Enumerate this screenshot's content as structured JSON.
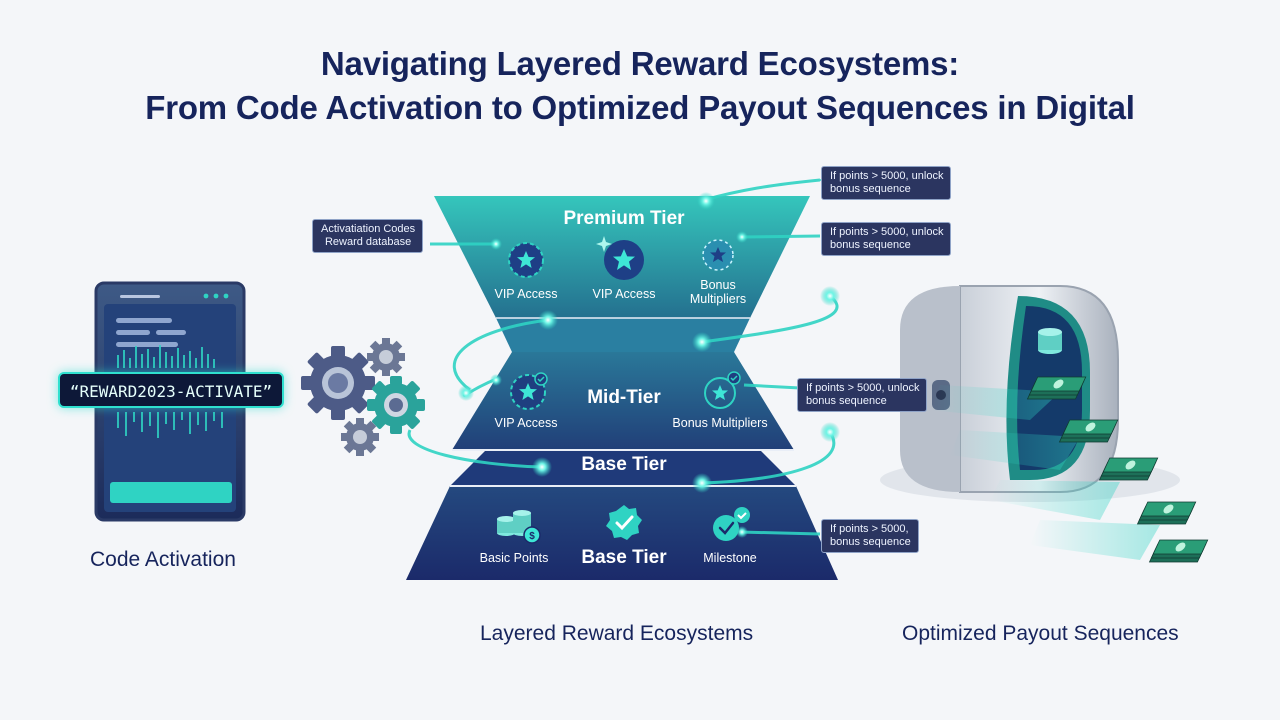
{
  "title": {
    "line1": "Navigating Layered Reward Ecosystems:",
    "line2": "From Code Activation to Optimized Payout Sequences in Digital"
  },
  "code_activation": {
    "code": "“REWARD2023-ACTIVATE”",
    "caption": "Code Activation"
  },
  "database_label": {
    "line1": "Activatiation Codes",
    "line2": "Reward database"
  },
  "pyramid": {
    "premium": {
      "title": "Premium Tier",
      "items": [
        "VIP Access",
        "VIP Access",
        "Bonus\nMultipliers"
      ],
      "item_lines": [
        [
          "VIP Access"
        ],
        [
          "VIP Access"
        ],
        [
          "Bonus",
          "Multipliers"
        ]
      ]
    },
    "mid": {
      "title": "Mid-Tier",
      "items": [
        "VIP Access",
        "Bonus Multipliers"
      ]
    },
    "base_band": {
      "title": "Base Tier"
    },
    "base": {
      "title": "Base Tier",
      "items": [
        "Basic Points",
        "Milestone"
      ]
    },
    "caption": "Layered Reward Ecosystems"
  },
  "conditions": [
    {
      "line1": "If points > 5000, unlock",
      "line2": "bonus sequence"
    },
    {
      "line1": "If points > 5000, unlock",
      "line2": "bonus sequence"
    },
    {
      "line1": "If points > 5000, unlock",
      "line2": "bonus sequence"
    },
    {
      "line1": "If points > 5000,",
      "line2": "bonus sequence"
    }
  ],
  "payout": {
    "caption": "Optimized Payout Sequences"
  },
  "colors": {
    "navy": "#16245c",
    "teal": "#2fd3c3",
    "premium_top": "#2fb8b0",
    "mid": "#2a5f8c",
    "base": "#1d2f73"
  },
  "icons": [
    "gear-icon",
    "star-badge-icon",
    "coins-icon",
    "checkmark-badge-icon",
    "cash-stack-icon",
    "vault-icon",
    "phone-icon"
  ]
}
